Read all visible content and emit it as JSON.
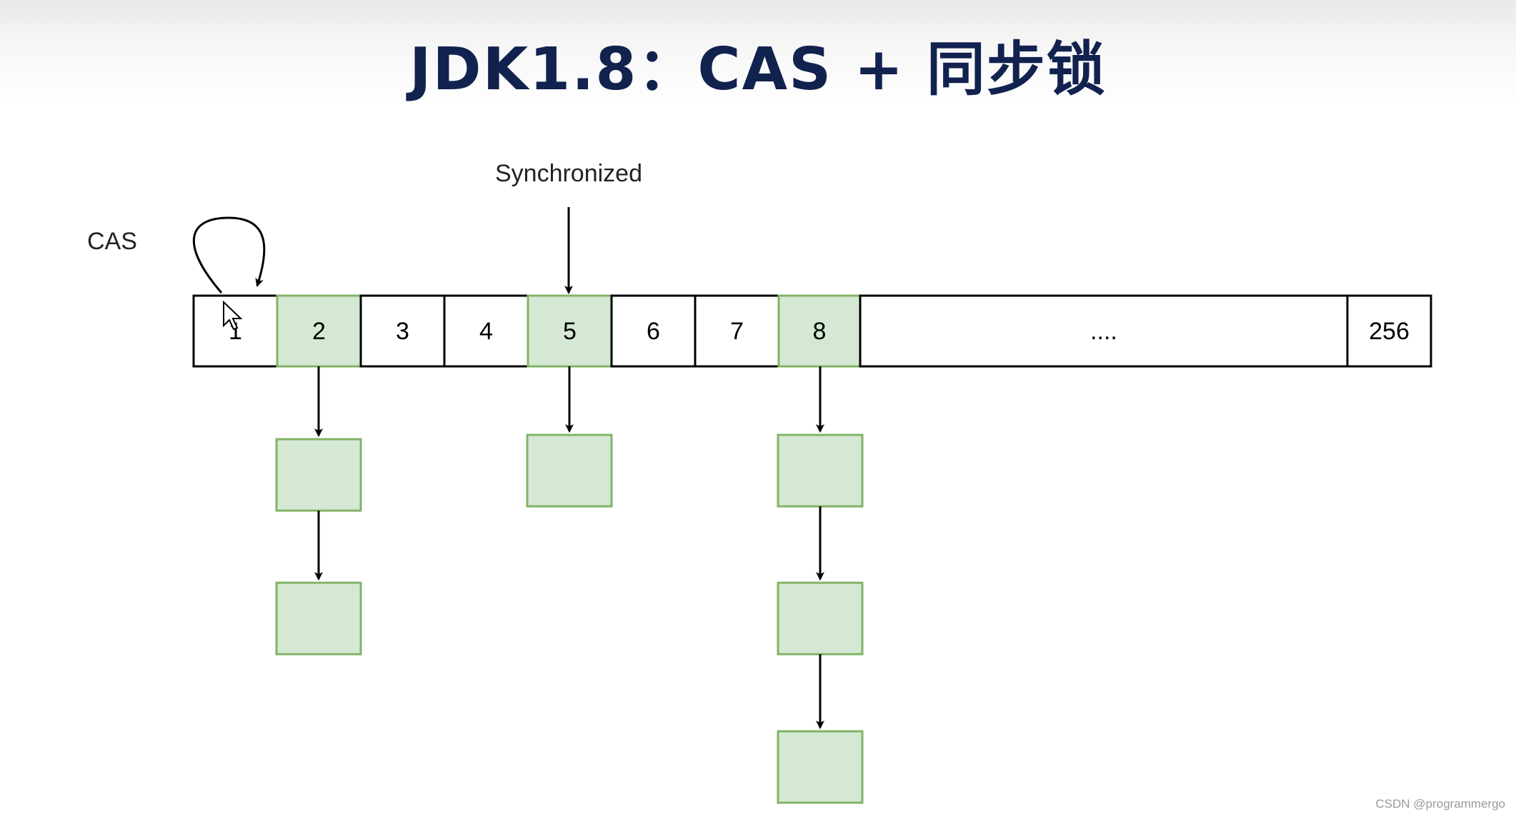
{
  "title": "JDK1.8：CAS + 同步锁",
  "labels": {
    "cas": "CAS",
    "synchronized": "Synchronized"
  },
  "array": {
    "cells": [
      {
        "label": "1",
        "highlighted": false
      },
      {
        "label": "2",
        "highlighted": true
      },
      {
        "label": "3",
        "highlighted": false
      },
      {
        "label": "4",
        "highlighted": false
      },
      {
        "label": "5",
        "highlighted": true
      },
      {
        "label": "6",
        "highlighted": false
      },
      {
        "label": "7",
        "highlighted": false
      },
      {
        "label": "8",
        "highlighted": true
      },
      {
        "label": "....",
        "highlighted": false
      },
      {
        "label": "256",
        "highlighted": false
      }
    ]
  },
  "chains": [
    {
      "bucket": "2",
      "node_count": 2
    },
    {
      "bucket": "5",
      "node_count": 1
    },
    {
      "bucket": "8",
      "node_count": 3
    }
  ],
  "colors": {
    "node_fill": "#d5e8d4",
    "node_stroke": "#82b366",
    "line": "#000000",
    "title": "#12224f"
  },
  "watermark": "CSDN @programmergo"
}
